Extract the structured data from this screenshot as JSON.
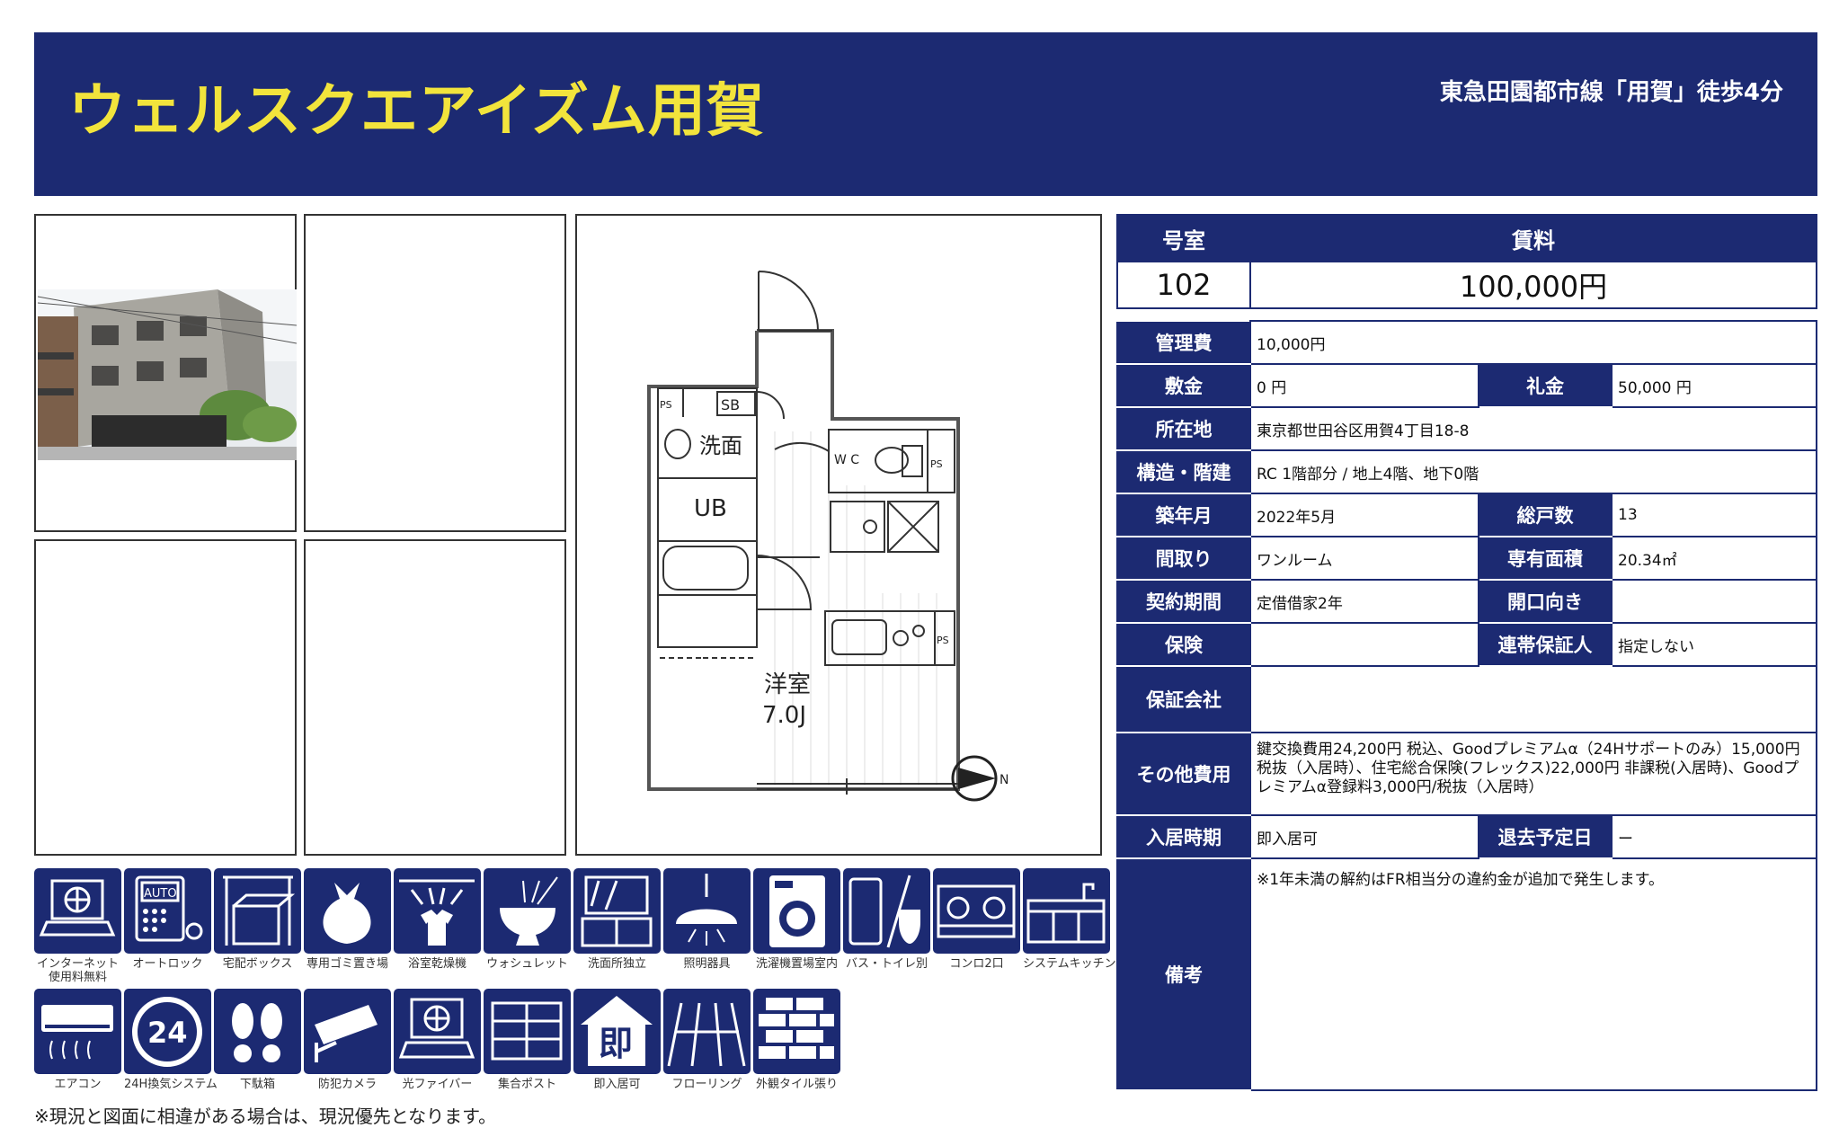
{
  "header": {
    "title": "ウェルスクエアイズム用賀",
    "access": "東急田園都市線「用賀」徒歩4分"
  },
  "floorplan": {
    "rooms": {
      "washroom": "洗面",
      "sb": "SB",
      "ub": "UB",
      "wc": "W\nC",
      "ps": "PS",
      "western_room": "洋室",
      "size": "7.0J"
    },
    "compass": "N"
  },
  "summary": {
    "room_label": "号室",
    "room": "102",
    "rent_label": "賃料",
    "rent": "100,000円"
  },
  "details": {
    "management_fee": {
      "label": "管理費",
      "value": "10,000円"
    },
    "deposit": {
      "label": "敷金",
      "value": "0 円"
    },
    "key_money": {
      "label": "礼金",
      "value": "50,000 円"
    },
    "address": {
      "label": "所在地",
      "value": "東京都世田谷区用賀4丁目18-8"
    },
    "structure": {
      "label": "構造・階建",
      "value": "RC 1階部分 / 地上4階、地下0階"
    },
    "built": {
      "label": "築年月",
      "value": "2022年5月"
    },
    "total_units": {
      "label": "総戸数",
      "value": "13"
    },
    "layout": {
      "label": "間取り",
      "value": "ワンルーム"
    },
    "area": {
      "label": "専有面積",
      "value": "20.34㎡"
    },
    "contract": {
      "label": "契約期間",
      "value": "定借借家2年"
    },
    "orientation": {
      "label": "開口向き",
      "value": ""
    },
    "insurance": {
      "label": "保険",
      "value": ""
    },
    "guarantor": {
      "label": "連帯保証人",
      "value": "指定しない"
    },
    "guarantee_company": {
      "label": "保証会社",
      "value": ""
    },
    "other_costs": {
      "label": "その他費用",
      "value": "鍵交換費用24,200円 税込、Goodプレミアムα（24Hサポートのみ）15,000円 税抜（入居時）、住宅総合保険(フレックス)22,000円 非課税(入居時)、Goodプレミアムα登録料3,000円/税抜（入居時）"
    },
    "move_in": {
      "label": "入居時期",
      "value": "即入居可"
    },
    "move_out": {
      "label": "退去予定日",
      "value": "ー"
    },
    "remarks": {
      "label": "備考",
      "value": "※1年未満の解約はFR相当分の違約金が追加で発生します。"
    }
  },
  "amenities": [
    {
      "icon": "internet-icon",
      "label": "インターネット\n使用料無料"
    },
    {
      "icon": "auto-lock-icon",
      "label": "オートロック"
    },
    {
      "icon": "delivery-box-icon",
      "label": "宅配ボックス"
    },
    {
      "icon": "garbage-icon",
      "label": "専用ゴミ置き場"
    },
    {
      "icon": "bathroom-dryer-icon",
      "label": "浴室乾燥機"
    },
    {
      "icon": "washlet-icon",
      "label": "ウォシュレット"
    },
    {
      "icon": "vanity-icon",
      "label": "洗面所独立"
    },
    {
      "icon": "lighting-icon",
      "label": "照明器具"
    },
    {
      "icon": "washer-icon",
      "label": "洗濯機置場室内"
    },
    {
      "icon": "bath-toilet-icon",
      "label": "バス・トイレ別"
    },
    {
      "icon": "stove-icon",
      "label": "コンロ2口"
    },
    {
      "icon": "kitchen-icon",
      "label": "システムキッチン"
    },
    {
      "icon": "air-conditioner-icon",
      "label": "エアコン"
    },
    {
      "icon": "ventilation-24h-icon",
      "label": "24H換気システム"
    },
    {
      "icon": "shoe-box-icon",
      "label": "下駄箱"
    },
    {
      "icon": "security-camera-icon",
      "label": "防犯カメラ"
    },
    {
      "icon": "fiber-optic-icon",
      "label": "光ファイバー"
    },
    {
      "icon": "mailbox-icon",
      "label": "集合ポスト"
    },
    {
      "icon": "immediate-move-in-icon",
      "label": "即入居可"
    },
    {
      "icon": "flooring-icon",
      "label": "フローリング"
    },
    {
      "icon": "tile-exterior-icon",
      "label": "外観タイル張り"
    }
  ],
  "amenity_glyphs": {
    "auto": "AUTO",
    "ventilation": "24",
    "move_in": "即"
  },
  "note": "※現況と図面に相違がある場合は、現況優先となります。",
  "colors": {
    "navy": "#1c2a72",
    "title_yellow": "#f2e43c"
  }
}
